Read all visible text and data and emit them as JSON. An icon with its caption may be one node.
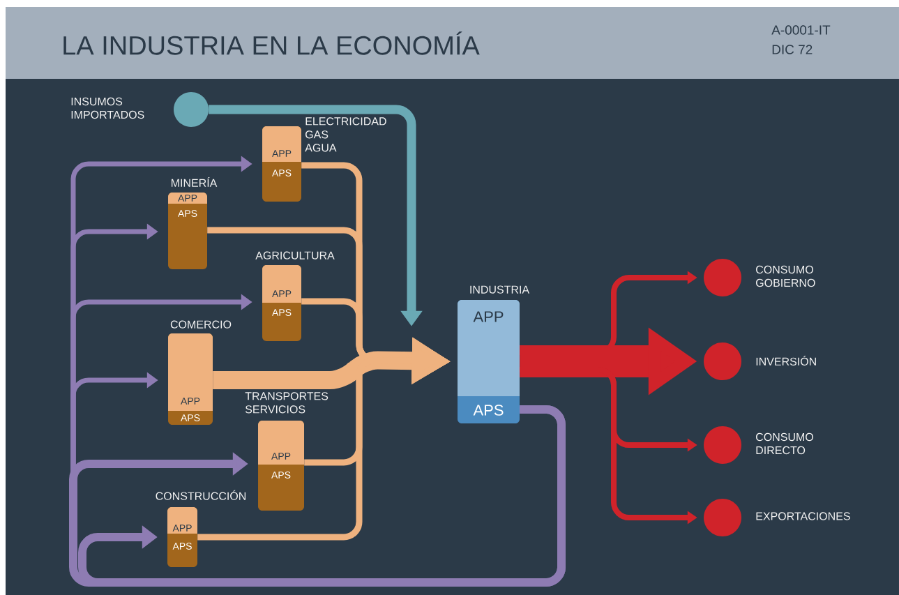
{
  "diagram": {
    "title": "LA INDUSTRIA EN LA ECONOMÍA",
    "nodes": [
      {
        "text": [
          "INSUMOS IMPORTADOS"
        ]
      },
      {
        "text": [
          "ELECTRICIDAD GAS AGUA",
          "APP",
          "APS"
        ]
      },
      {
        "text": [
          "MINERÍA",
          "APP",
          "APS"
        ]
      },
      {
        "text": [
          "AGRICULTURA",
          "APP",
          "APS"
        ]
      },
      {
        "text": [
          "COMERCIO",
          "APP",
          "APS"
        ]
      },
      {
        "text": [
          "TRANSPORTES SERVICIOS",
          "APP",
          "APS"
        ]
      },
      {
        "text": [
          "CONSTRUCCIÓN",
          "APP",
          "APS"
        ]
      },
      {
        "text": [
          "INDUSTRIA",
          "APP",
          "APS"
        ]
      },
      {
        "text": [
          "CONSUMO GOBIERNO"
        ]
      },
      {
        "text": [
          "INVERSIÓN"
        ]
      },
      {
        "text": [
          "CONSUMO DIRECTO"
        ]
      },
      {
        "text": [
          "EXPORTACIONES"
        ]
      }
    ],
    "edges": [
      {
        "from": 0,
        "to": 7,
        "arrow": "to",
        "color": "#6aa9b5"
      },
      {
        "from": 1,
        "to": 7,
        "arrow": "to",
        "color": "#efb27f"
      },
      {
        "from": 2,
        "to": 7,
        "arrow": "to",
        "color": "#efb27f"
      },
      {
        "from": 3,
        "to": 7,
        "arrow": "to",
        "color": "#efb27f"
      },
      {
        "from": 4,
        "to": 7,
        "arrow": "to",
        "style": "thick",
        "color": "#efb27f"
      },
      {
        "from": 5,
        "to": 7,
        "arrow": "to",
        "color": "#efb27f"
      },
      {
        "from": 6,
        "to": 7,
        "arrow": "to",
        "color": "#efb27f"
      },
      {
        "from": 7,
        "to": 8,
        "arrow": "to",
        "color": "#d0232a"
      },
      {
        "from": 7,
        "to": 9,
        "arrow": "to",
        "style": "thick",
        "color": "#d0232a"
      },
      {
        "from": 7,
        "to": 10,
        "arrow": "to",
        "color": "#d0232a"
      },
      {
        "from": 7,
        "to": 11,
        "arrow": "to",
        "color": "#d0232a"
      },
      {
        "from": 7,
        "to": 1,
        "arrow": "to",
        "color": "#8e7cb3"
      },
      {
        "from": 7,
        "to": 2,
        "arrow": "to",
        "color": "#8e7cb3"
      },
      {
        "from": 7,
        "to": 3,
        "arrow": "to",
        "color": "#8e7cb3"
      },
      {
        "from": 7,
        "to": 4,
        "arrow": "to",
        "color": "#8e7cb3"
      },
      {
        "from": 7,
        "to": 5,
        "arrow": "to",
        "color": "#8e7cb3"
      },
      {
        "from": 7,
        "to": 6,
        "arrow": "to",
        "color": "#8e7cb3"
      }
    ],
    "labels": [
      "A-0001-IT",
      "DIC 72"
    ]
  }
}
